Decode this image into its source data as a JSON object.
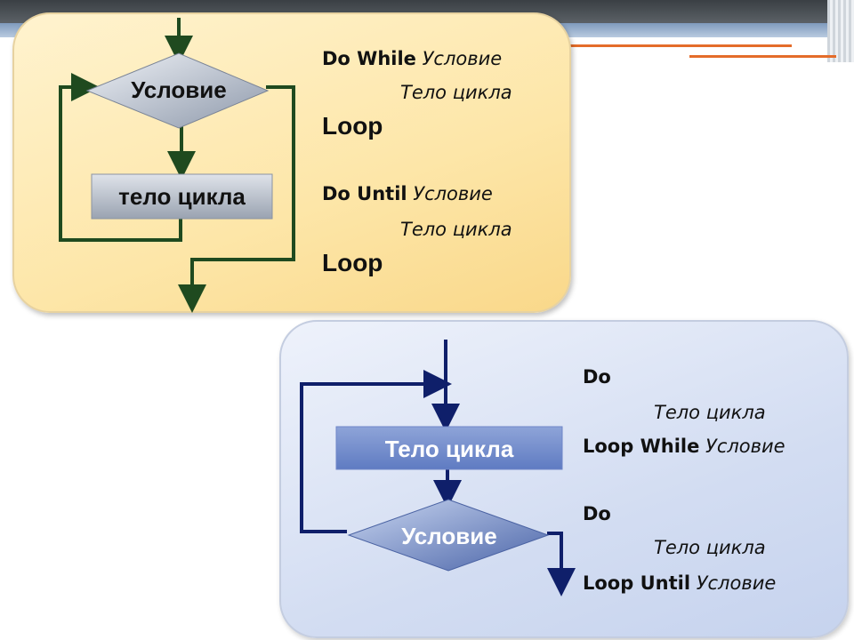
{
  "slide": {
    "colors": {
      "dark_green": "#1f4a1f",
      "navy": "#0f1f6a",
      "orange_line": "#e46c2a"
    }
  },
  "top_block": {
    "flowchart": {
      "condition": "Условие",
      "body": "тело цикла"
    },
    "code": {
      "do_while": "Do While",
      "do_while_cond": "Условие",
      "body_1": "Тело цикла",
      "loop_1": "Loop",
      "do_until": "Do Until",
      "do_until_cond": "Условие",
      "body_2": "Тело цикла",
      "loop_2": "Loop"
    }
  },
  "bottom_block": {
    "flowchart": {
      "body": "Тело цикла",
      "condition": "Условие"
    },
    "code": {
      "do_1": "Do",
      "body_1": "Тело цикла",
      "loop_while": "Loop While",
      "loop_while_cond": "Условие",
      "do_2": "Do",
      "body_2": "Тело цикла",
      "loop_until": "Loop Until",
      "loop_until_cond": "Условие"
    }
  }
}
